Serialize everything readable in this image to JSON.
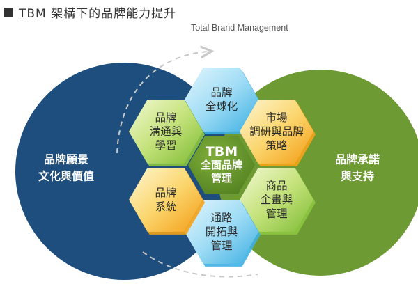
{
  "header": {
    "title": "TBM 架構下的品牌能力提升",
    "subtitle": "Total Brand Management"
  },
  "circles": {
    "left": {
      "lines": [
        "品牌願景",
        "文化與價值"
      ],
      "color": "#1d4e7e"
    },
    "right": {
      "lines": [
        "品牌承諾",
        "與支持"
      ],
      "color": "#6e9a34"
    }
  },
  "center": {
    "lines": [
      "TBM",
      "全面品牌",
      "管理"
    ],
    "color": "#5d8a27"
  },
  "hexagons": [
    {
      "id": "global",
      "lines": [
        "品牌",
        "全球化"
      ],
      "color": "blue"
    },
    {
      "id": "market",
      "lines": [
        "市場",
        "調研與品牌",
        "策略"
      ],
      "color": "orange"
    },
    {
      "id": "product",
      "lines": [
        "商品",
        "企畫與",
        "管理"
      ],
      "color": "green"
    },
    {
      "id": "channel",
      "lines": [
        "通路",
        "開拓與",
        "管理"
      ],
      "color": "blue"
    },
    {
      "id": "system",
      "lines": [
        "品牌",
        "系統"
      ],
      "color": "orange"
    },
    {
      "id": "communication",
      "lines": [
        "品牌",
        "溝通與",
        "學習"
      ],
      "color": "green"
    }
  ],
  "colors": {
    "blue_light": "#d6f0fb",
    "blue_dark": "#3fb0e2",
    "orange_light": "#fbf2c8",
    "orange_dark": "#f5a31a",
    "green_light": "#eef6c6",
    "green_dark": "#8cc63f"
  }
}
